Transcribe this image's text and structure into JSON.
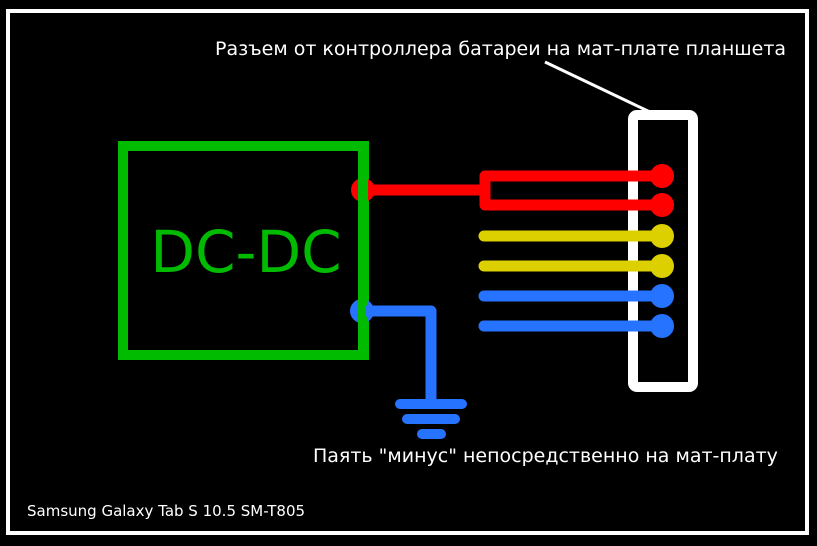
{
  "diagram": {
    "block_label": "DC-DC",
    "connector_caption": "Разъем от контроллера батареи на мат-плате планшета",
    "ground_caption": "Паять \"минус\" непосредственно на мат-плату",
    "device_label": "Samsung Galaxy Tab S 10.5 SM-T805"
  },
  "colors": {
    "background": "#000000",
    "frame": "#ffffff",
    "block": "#00bb00",
    "positive": "#ff0000",
    "data": "#ddd000",
    "negative": "#2673ff"
  }
}
